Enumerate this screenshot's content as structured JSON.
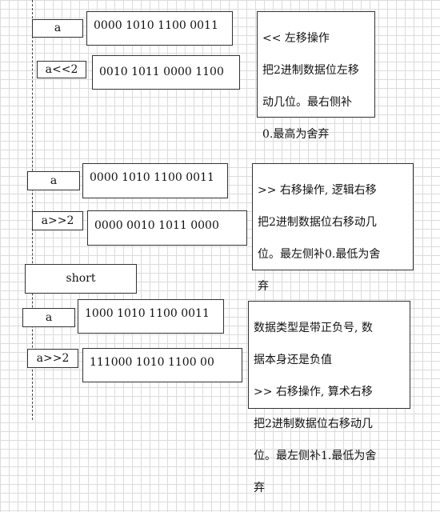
{
  "section1": {
    "var_label": "a",
    "var_value": "0000 1010 1100 0011",
    "shift_label": "a<<2",
    "shift_value": "0010 1011 0000 1100",
    "note_lines": [
      "<< 左移操作",
      "把2进制数据位左移",
      "动几位。最右侧补",
      "0.最高为舍弃"
    ]
  },
  "section2": {
    "var_label": "a",
    "var_value": "0000 1010 1100 0011",
    "shift_label": "a>>2",
    "shift_value": "0000 0010 1011 0000",
    "note_lines": [
      ">> 右移操作, 逻辑右移",
      "把2进制数据位右移动几",
      "位。最左侧补0.最低为舍",
      "弃"
    ]
  },
  "section3": {
    "type_label": "short",
    "var_label": "a",
    "var_value": "1000 1010 1100 0011",
    "shift_label": "a>>2",
    "shift_value": "111000 1010 1100 00",
    "note_lines": [
      "数据类型是带正负号, 数",
      "据本身还是负值",
      ">> 右移操作, 算术右移",
      "把2进制数据位右移动几",
      "位。最左侧补1.最低为舍",
      "弃"
    ]
  }
}
